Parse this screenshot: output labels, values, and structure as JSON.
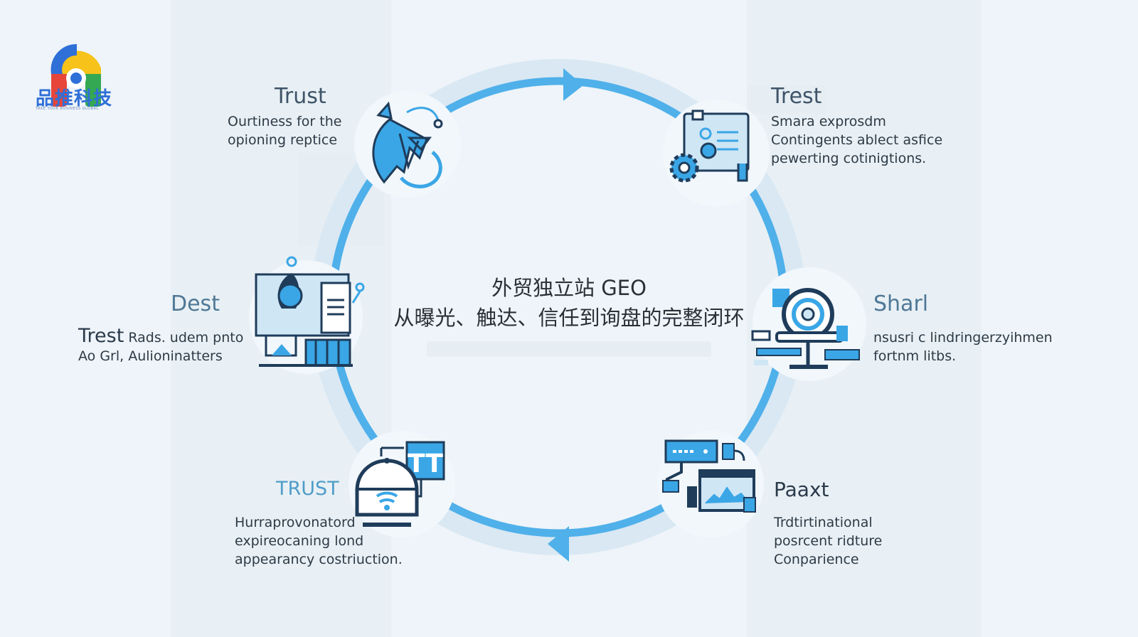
{
  "brand": {
    "name": "品推科技",
    "tagline": "TAKE YOUR BUSINESS GLOBAL",
    "colors": {
      "blue": "#2f6fd8",
      "green": "#35a853",
      "yellow": "#f7c21a",
      "red": "#e7453a"
    }
  },
  "center": {
    "line1": "外贸独立站 GEO",
    "line2": "从曝光、触达、信任到询盘的完整闭环"
  },
  "theme": {
    "ring": "#4fb0ea",
    "ring_light": "#cfe6f5",
    "icon_dark": "#1f3c5a",
    "icon_blue": "#3aa6e6"
  },
  "nodes": {
    "top_left": {
      "title": "Trust",
      "desc": [
        "Ourtiness for the",
        "opioning reptice"
      ],
      "icon": "chart-shield-icon"
    },
    "top_right": {
      "title": "Trest",
      "desc": [
        "Smara exprosdm",
        "Contingents ablect asfice",
        "pewerting cotinigtions."
      ],
      "icon": "document-gear-icon"
    },
    "left": {
      "title": "Dest",
      "subtitle_bold": "Trest",
      "desc": [
        "Rads. udem pnto",
        "Ao Grl, Aulioninatters"
      ],
      "icon": "presentation-board-icon"
    },
    "right": {
      "title": "Sharl",
      "desc": [
        "nsusri c lindringerzyihmen",
        "fortnm litbs."
      ],
      "icon": "target-pedestal-icon"
    },
    "bottom_left": {
      "title": "TRUST",
      "desc": [
        "Hurraprovonatord",
        "expireocaning lond",
        "appearancy costriuction."
      ],
      "icon": "robot-signal-icon"
    },
    "bottom_right": {
      "title": "Paaxt",
      "desc": [
        "Trdtirtinational",
        "posrcent ridture",
        "Conparience"
      ],
      "icon": "monitor-analytics-icon"
    }
  }
}
